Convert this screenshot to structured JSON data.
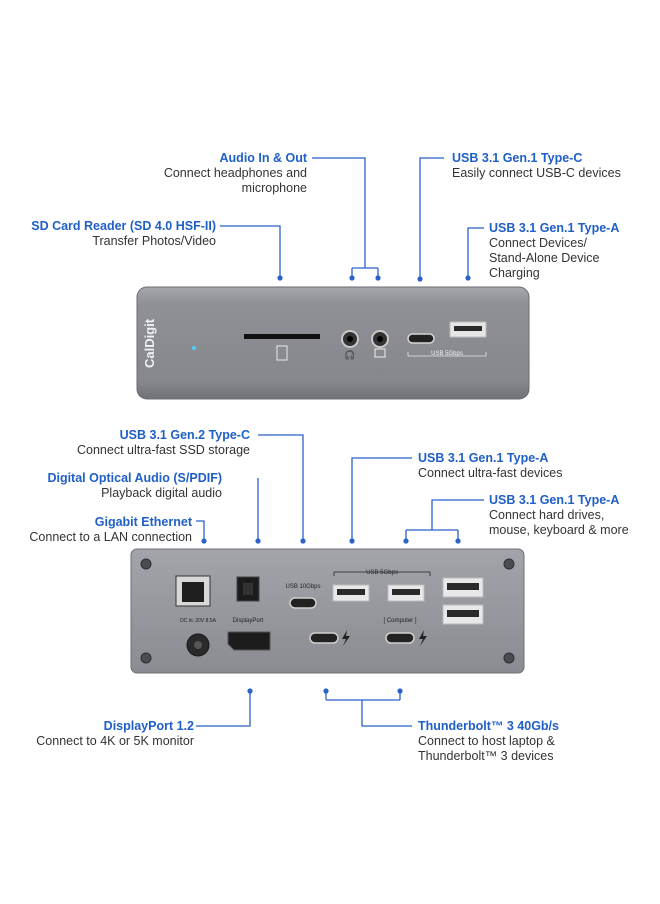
{
  "front": {
    "brand": "CalDigit",
    "usb_port_label": "USB 5Gbps",
    "labels": {
      "audio": {
        "title": "Audio In & Out",
        "desc": [
          "Connect headphones and",
          "microphone"
        ]
      },
      "usbc_front": {
        "title": "USB 3.1 Gen.1 Type-C",
        "desc": [
          "Easily connect USB-C devices"
        ]
      },
      "sd": {
        "title": "SD Card Reader (SD 4.0 HSF-II)",
        "desc": [
          "Transfer Photos/Video"
        ]
      },
      "usba_front": {
        "title": "USB 3.1 Gen.1 Type-A",
        "desc": [
          "Connect Devices/",
          "Stand-Alone Device",
          "Charging"
        ]
      }
    }
  },
  "back": {
    "port_labels": {
      "dc": "DC in: 20V 8.5A",
      "displayport": "DisplayPort",
      "usb10": "USB 10Gbps",
      "usb5": "USB 5Gbps",
      "computer": "[ Computer ]"
    },
    "labels": {
      "usbc_gen2": {
        "title": "USB 3.1 Gen.2 Type-C",
        "desc": [
          "Connect ultra-fast SSD storage"
        ]
      },
      "optical": {
        "title": "Digital Optical Audio (S/PDIF)",
        "desc": [
          "Playback digital audio"
        ]
      },
      "ethernet": {
        "title": "Gigabit Ethernet",
        "desc": [
          "Connect to a LAN connection"
        ]
      },
      "usba_mid": {
        "title": "USB 3.1 Gen.1 Type-A",
        "desc": [
          "Connect ultra-fast devices"
        ]
      },
      "usba_right": {
        "title": "USB 3.1 Gen.1 Type-A",
        "desc": [
          "Connect hard drives,",
          "mouse, keyboard & more"
        ]
      },
      "displayport": {
        "title": "DisplayPort 1.2",
        "desc": [
          "Connect to 4K or 5K monitor"
        ]
      },
      "thunderbolt": {
        "title": "Thunderbolt™ 3 40Gb/s",
        "desc": [
          "Connect to host laptop &",
          "Thunderbolt™ 3 devices"
        ]
      }
    }
  },
  "colors": {
    "accent": "#1f5fc8",
    "line": "#2b62c9",
    "device": "#8c8e94"
  }
}
